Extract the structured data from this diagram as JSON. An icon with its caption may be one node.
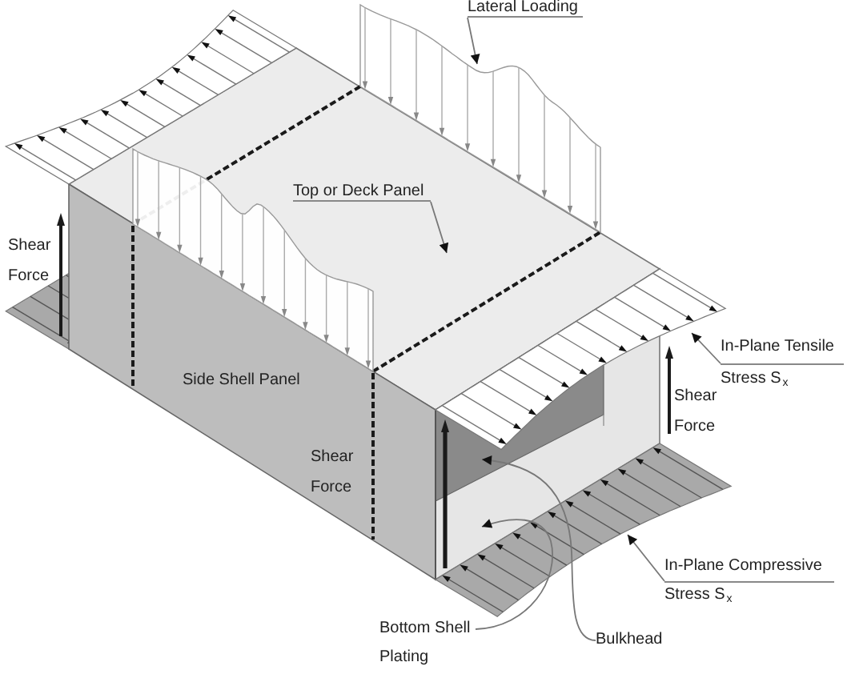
{
  "diagram": {
    "nodes": [
      {
        "text": [
          "Lateral Loading"
        ]
      },
      {
        "text": [
          "Top or Deck Panel"
        ]
      },
      {
        "text": [
          "In-Plane Tensile Stress S$_{x}$"
        ]
      },
      {
        "text": [
          "In-Plane Compressive Stress S$_{x}$"
        ]
      },
      {
        "text": [
          "Bottom Shell Plating"
        ]
      },
      {
        "text": [
          "Bulkhead"
        ]
      }
    ],
    "edges": [
      {
        "from": 0,
        "to": null,
        "arrow": "to"
      },
      {
        "from": 1,
        "to": null,
        "arrow": "to"
      },
      {
        "from": 2,
        "to": null,
        "arrow": "to"
      },
      {
        "from": 3,
        "to": null,
        "arrow": "to"
      },
      {
        "from": 4,
        "to": null,
        "arrow": "to"
      },
      {
        "from": 5,
        "to": null,
        "arrow": "to"
      }
    ],
    "labels": [
      "Shear Force",
      "Side Shell Panel",
      "Shear Force",
      "Shear Force"
    ]
  }
}
